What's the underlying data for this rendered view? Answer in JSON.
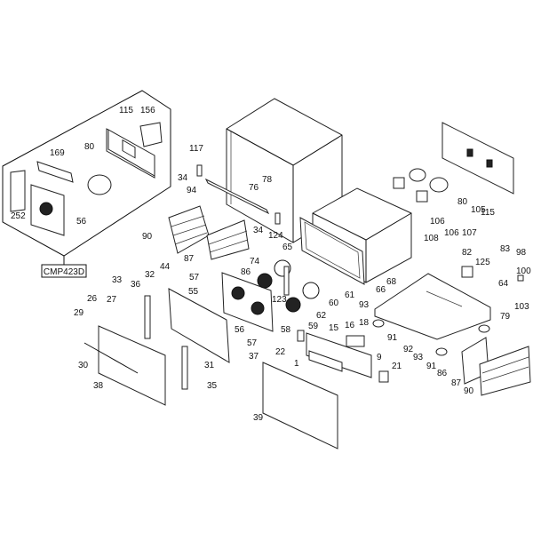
{
  "title": "Oven exploded parts diagram",
  "kit_label": "CMP423D",
  "labels": [
    "115",
    "156",
    "169",
    "80",
    "252",
    "56",
    "117",
    "34",
    "94",
    "78",
    "76",
    "34",
    "124",
    "65",
    "74",
    "86",
    "87",
    "90",
    "57",
    "55",
    "123",
    "60",
    "61",
    "66",
    "68",
    "93",
    "106",
    "106",
    "107",
    "108",
    "82",
    "83",
    "98",
    "125",
    "64",
    "100",
    "103",
    "79",
    "80",
    "105",
    "115",
    "44",
    "32",
    "33",
    "36",
    "26",
    "27",
    "29",
    "30",
    "38",
    "31",
    "35",
    "37",
    "56",
    "57",
    "58",
    "59",
    "62",
    "22",
    "1",
    "39",
    "15",
    "16",
    "18",
    "9",
    "21",
    "91",
    "92",
    "93",
    "91",
    "86",
    "87",
    "90"
  ]
}
